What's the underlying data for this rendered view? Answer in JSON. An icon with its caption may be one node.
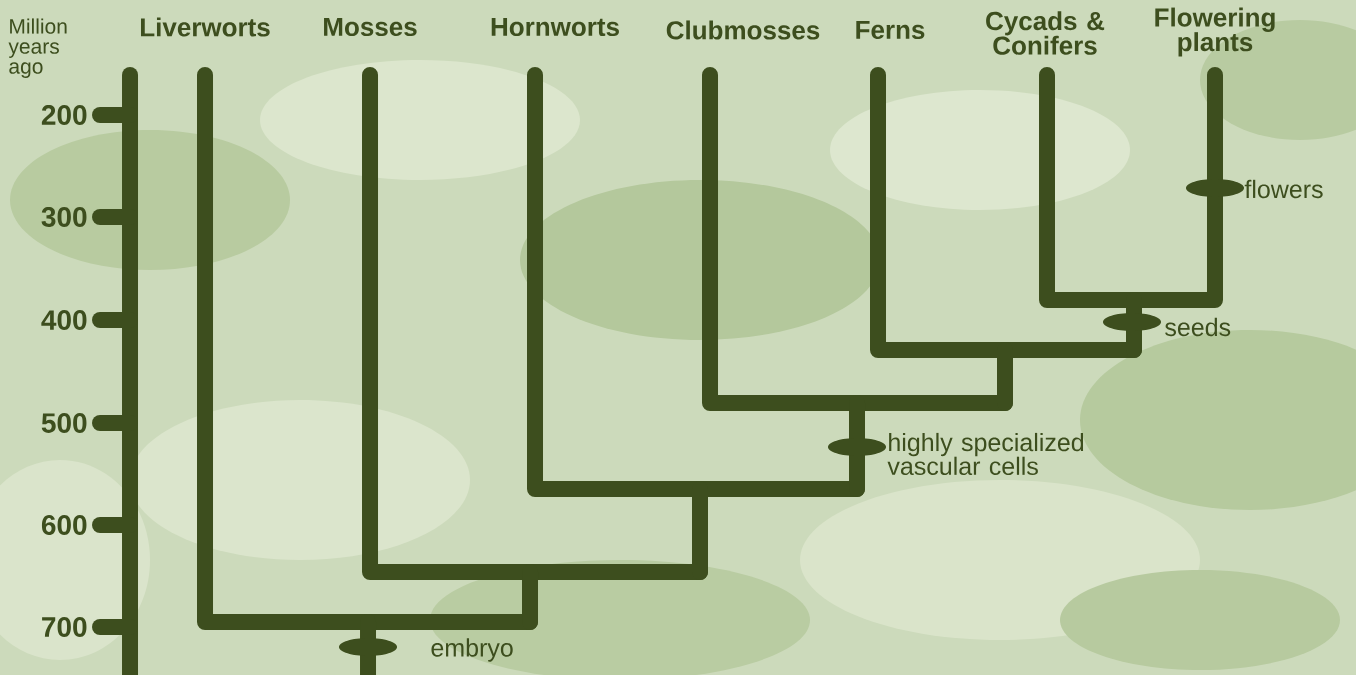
{
  "diagram": {
    "labels": [
      "Million years ago",
      "Liverworts",
      "Mosses",
      "Hornworts",
      "Clubmosses",
      "Ferns",
      "Cycads & Conifers",
      "Flowering plants",
      "200",
      "300",
      "400",
      "500",
      "600",
      "700",
      "flowers",
      "seeds",
      "highly specialized vascular cells",
      "embryo"
    ]
  }
}
